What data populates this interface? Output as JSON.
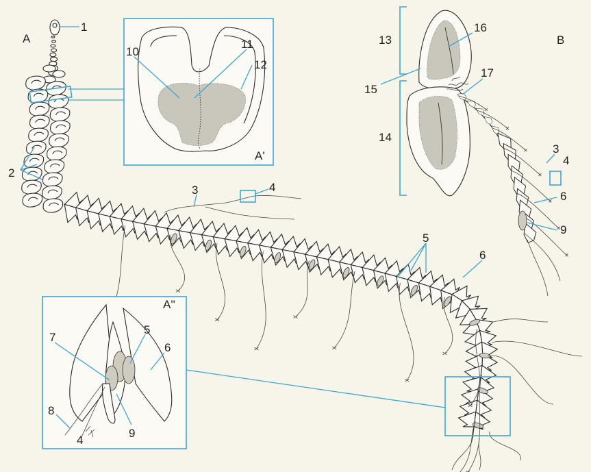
{
  "panels": {
    "A": "A",
    "A_prime": "A'",
    "A_double_prime": "A''",
    "B": "B"
  },
  "callouts": [
    "1",
    "2",
    "3",
    "4",
    "5",
    "6",
    "7",
    "8",
    "9",
    "10",
    "11",
    "12",
    "13",
    "14",
    "15",
    "16",
    "17"
  ],
  "colors": {
    "leader": "#3aa6d6",
    "ink": "#2a2a2a",
    "paper": "#f7f4ea"
  }
}
